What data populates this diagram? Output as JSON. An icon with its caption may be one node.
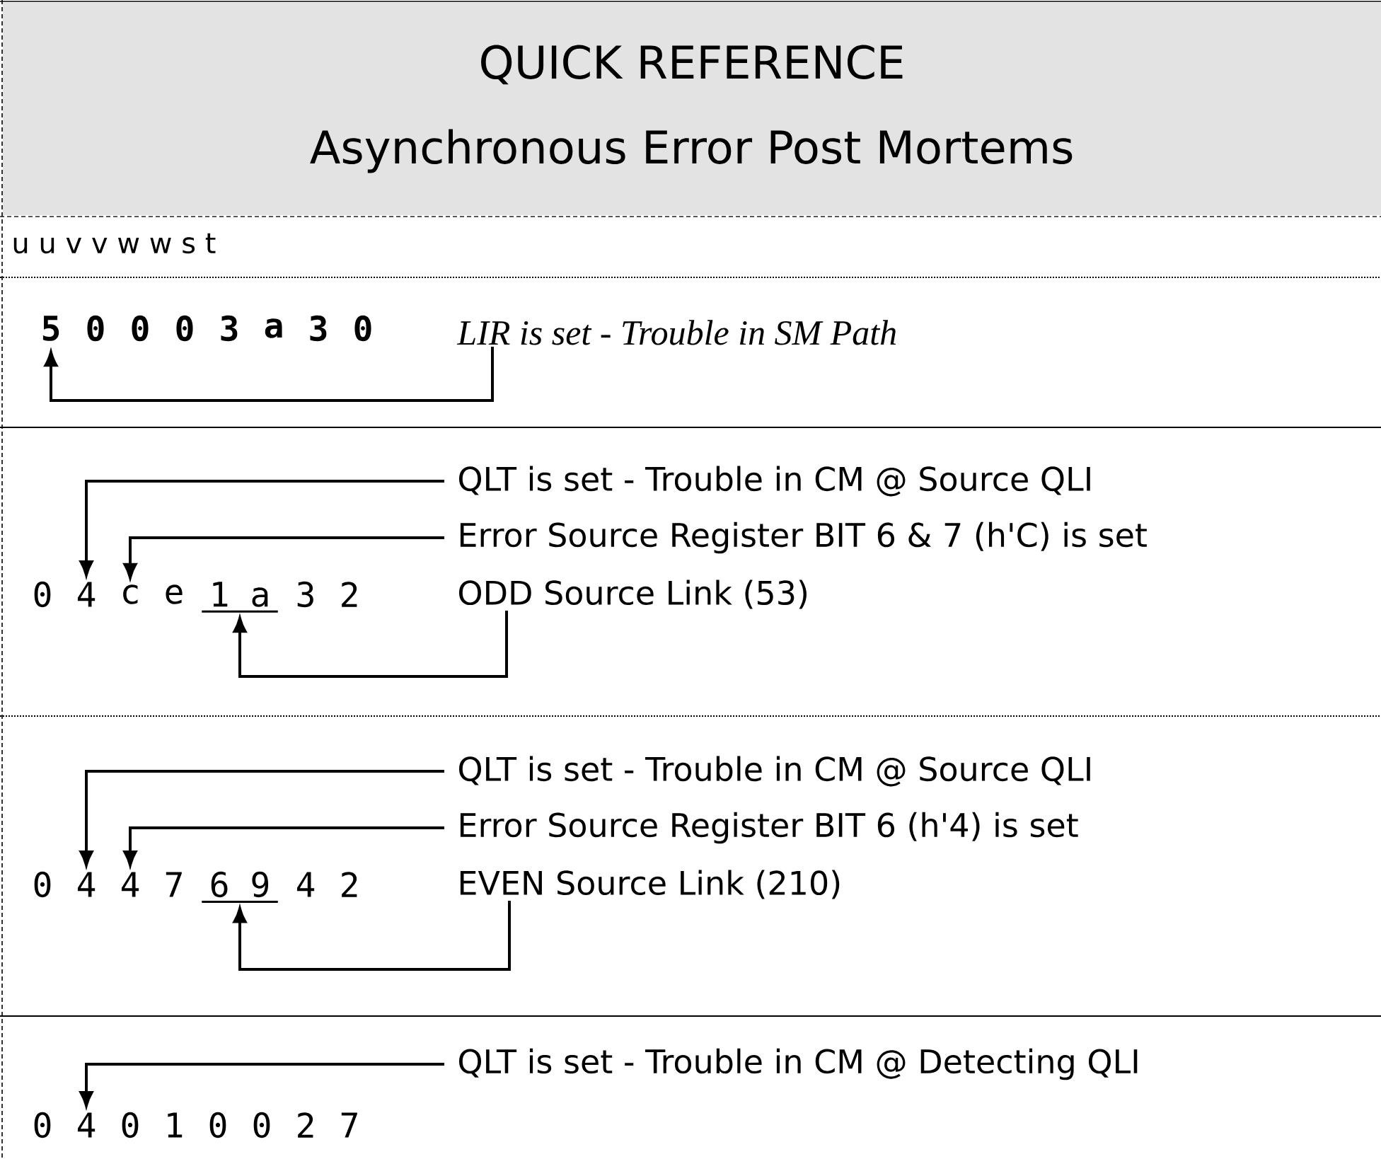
{
  "diagram": {
    "nodes": [
      {
        "text": [
          "QUICK REFERENCE",
          "Asynchronous Error Post Mortems"
        ]
      },
      {
        "text": [
          "5"
        ]
      },
      {
        "text": [
          "0"
        ]
      },
      {
        "text": [
          "0"
        ]
      },
      {
        "text": [
          "0"
        ]
      },
      {
        "text": [
          "3"
        ]
      },
      {
        "text": [
          "a"
        ]
      },
      {
        "text": [
          "3"
        ]
      },
      {
        "text": [
          "0"
        ]
      },
      {
        "text": [
          "LIR is set - Trouble in SM Path"
        ]
      },
      {
        "text": [
          "QLT is set - Trouble in CM @ Source QLI"
        ]
      },
      {
        "text": [
          "Error Source Register BIT 6 & 7 (h'C) is set"
        ]
      },
      {
        "text": [
          "ODD Source Link (53)"
        ]
      },
      {
        "text": [
          "0"
        ]
      },
      {
        "text": [
          "4"
        ]
      },
      {
        "text": [
          "c"
        ]
      },
      {
        "text": [
          "e"
        ]
      },
      {
        "text": [
          "1 a"
        ]
      },
      {
        "text": [
          "3"
        ]
      },
      {
        "text": [
          "2"
        ]
      },
      {
        "text": [
          "QLT is set - Trouble in CM @ Source QLI"
        ]
      },
      {
        "text": [
          "Error Source Register BIT 6 (h'4) is set"
        ]
      },
      {
        "text": [
          "EVEN Source Link (210)"
        ]
      },
      {
        "text": [
          "0"
        ]
      },
      {
        "text": [
          "4"
        ]
      },
      {
        "text": [
          "4"
        ]
      },
      {
        "text": [
          "7"
        ]
      },
      {
        "text": [
          "6 9"
        ]
      },
      {
        "text": [
          "4"
        ]
      },
      {
        "text": [
          "2"
        ]
      },
      {
        "text": [
          "QLT is set - Trouble in CM @ Detecting QLI"
        ]
      },
      {
        "text": [
          "0"
        ]
      },
      {
        "text": [
          "4"
        ]
      },
      {
        "text": [
          "0"
        ]
      },
      {
        "text": [
          "1"
        ]
      },
      {
        "text": [
          "0"
        ]
      },
      {
        "text": [
          "0"
        ]
      },
      {
        "text": [
          "2"
        ]
      },
      {
        "text": [
          "7"
        ]
      }
    ],
    "edges": [
      {
        "from": 9,
        "to": 1,
        "arrow": "to"
      },
      {
        "from": 10,
        "to": 14,
        "arrow": "to"
      },
      {
        "from": 11,
        "to": 15,
        "arrow": "to"
      },
      {
        "from": 12,
        "to": 17,
        "arrow": "to"
      },
      {
        "from": 20,
        "to": 24,
        "arrow": "to"
      },
      {
        "from": 21,
        "to": 25,
        "arrow": "to"
      },
      {
        "from": 22,
        "to": 27,
        "arrow": "to"
      },
      {
        "from": 30,
        "to": 32,
        "arrow": "to"
      }
    ],
    "labels": [
      "u u v v w w s t"
    ]
  }
}
